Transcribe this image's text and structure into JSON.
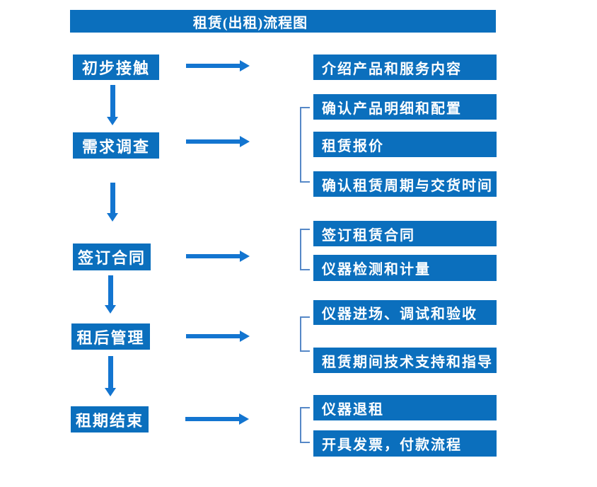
{
  "title": "租赁(出租)流程图",
  "colors": {
    "box_blue": "#0B6FBD",
    "arrow_blue": "#1375D0",
    "bracket_blue": "#5688C7",
    "text_white": "#FFFFFF",
    "background": "#FFFFFF"
  },
  "icons": {
    "right_arrow": "arrow-right-icon",
    "down_arrow": "arrow-down-icon",
    "bracket": "bracket-connector"
  },
  "flow": {
    "stages": [
      {
        "label": "初步接触",
        "outputs": [
          "介绍产品和服务内容"
        ]
      },
      {
        "label": "需求调查",
        "outputs": [
          "确认产品明细和配置",
          "租赁报价",
          "确认租赁周期与交货时间"
        ]
      },
      {
        "label": "签订合同",
        "outputs": [
          "签订租赁合同",
          "仪器检测和计量"
        ]
      },
      {
        "label": "租后管理",
        "outputs": [
          "仪器进场、调试和验收",
          "租赁期间技术支持和指导"
        ]
      },
      {
        "label": "租期结束",
        "outputs": [
          "仪器退租",
          "开具发票，付款流程"
        ]
      }
    ]
  }
}
